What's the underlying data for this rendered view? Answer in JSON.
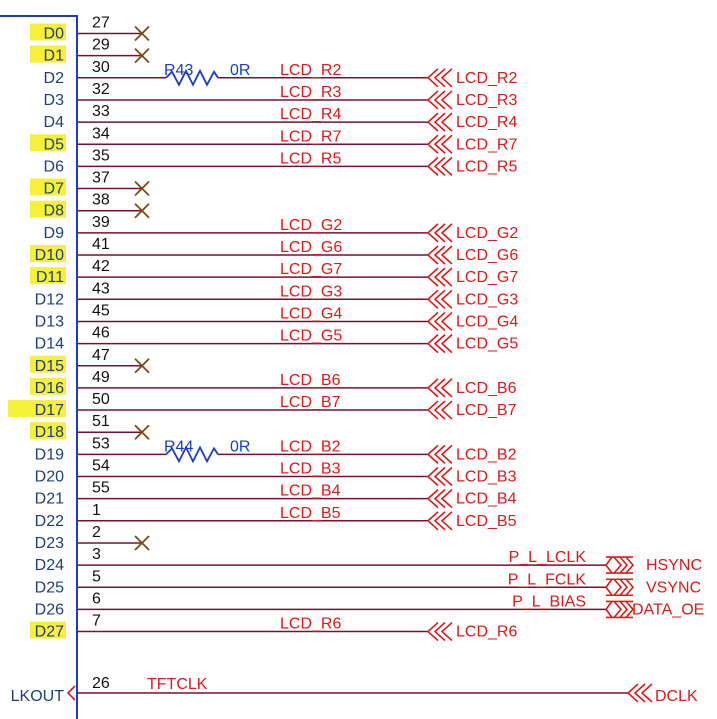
{
  "colors": {
    "background": "#ffffff",
    "chip_border": "#1a3cc8",
    "pin_label": "#1f3f7a",
    "pin_number": "#111111",
    "wire": "#7a1030",
    "net_label": "#e01818",
    "no_connect": "#7a4a12",
    "highlight": "#f5f03a",
    "resistor": "#1a3cc8"
  },
  "chip": {
    "clock_pin_label": "LKOUT"
  },
  "rows": [
    {
      "pin": "D0",
      "num": "27",
      "highlight": true,
      "nc": true
    },
    {
      "pin": "D1",
      "num": "29",
      "highlight": true,
      "nc": true
    },
    {
      "pin": "D2",
      "num": "30",
      "highlight": false,
      "net": "LCD_R2",
      "port": "LCD_R2",
      "resistor": {
        "ref": "R43",
        "value": "0R"
      }
    },
    {
      "pin": "D3",
      "num": "32",
      "highlight": false,
      "net": "LCD_R3",
      "port": "LCD_R3"
    },
    {
      "pin": "D4",
      "num": "33",
      "highlight": false,
      "net": "LCD_R4",
      "port": "LCD_R4"
    },
    {
      "pin": "D5",
      "num": "34",
      "highlight": true,
      "net": "LCD_R7",
      "port": "LCD_R7"
    },
    {
      "pin": "D6",
      "num": "35",
      "highlight": false,
      "net": "LCD_R5",
      "port": "LCD_R5"
    },
    {
      "pin": "D7",
      "num": "37",
      "highlight": true,
      "nc": true
    },
    {
      "pin": "D8",
      "num": "38",
      "highlight": true,
      "nc": true
    },
    {
      "pin": "D9",
      "num": "39",
      "highlight": false,
      "net": "LCD_G2",
      "port": "LCD_G2"
    },
    {
      "pin": "D10",
      "num": "41",
      "highlight": true,
      "net": "LCD_G6",
      "port": "LCD_G6"
    },
    {
      "pin": "D11",
      "num": "42",
      "highlight": true,
      "net": "LCD_G7",
      "port": "LCD_G7"
    },
    {
      "pin": "D12",
      "num": "43",
      "highlight": false,
      "net": "LCD_G3",
      "port": "LCD_G3"
    },
    {
      "pin": "D13",
      "num": "45",
      "highlight": false,
      "net": "LCD_G4",
      "port": "LCD_G4"
    },
    {
      "pin": "D14",
      "num": "46",
      "highlight": false,
      "net": "LCD_G5",
      "port": "LCD_G5"
    },
    {
      "pin": "D15",
      "num": "47",
      "highlight": true,
      "nc": true
    },
    {
      "pin": "D16",
      "num": "49",
      "highlight": true,
      "net": "LCD_B6",
      "port": "LCD_B6"
    },
    {
      "pin": "D17",
      "num": "50",
      "highlight": true,
      "net": "LCD_B7",
      "port": "LCD_B7"
    },
    {
      "pin": "D18",
      "num": "51",
      "highlight": true,
      "nc": true
    },
    {
      "pin": "D19",
      "num": "53",
      "highlight": false,
      "net": "LCD_B2",
      "port": "LCD_B2",
      "resistor": {
        "ref": "R44",
        "value": "0R"
      }
    },
    {
      "pin": "D20",
      "num": "54",
      "highlight": false,
      "net": "LCD_B3",
      "port": "LCD_B3"
    },
    {
      "pin": "D21",
      "num": "55",
      "highlight": false,
      "net": "LCD_B4",
      "port": "LCD_B4"
    },
    {
      "pin": "D22",
      "num": "1",
      "highlight": false,
      "net": "LCD_B5",
      "port": "LCD_B5"
    },
    {
      "pin": "D23",
      "num": "2",
      "highlight": false,
      "nc": true
    },
    {
      "pin": "D24",
      "num": "3",
      "highlight": false,
      "net": "P_L_LCLK",
      "port": "HSYNC",
      "double": true
    },
    {
      "pin": "D25",
      "num": "5",
      "highlight": false,
      "net": "P_L_FCLK",
      "port": "VSYNC",
      "double": true
    },
    {
      "pin": "D26",
      "num": "6",
      "highlight": false,
      "net": "P_L_BIAS",
      "port": "DATA_OE",
      "double": true
    },
    {
      "pin": "D27",
      "num": "7",
      "highlight": true,
      "net": "LCD_R6",
      "port": "LCD_R6"
    }
  ],
  "clock": {
    "num": "26",
    "net": "TFTCLK",
    "port": "DCLK"
  }
}
